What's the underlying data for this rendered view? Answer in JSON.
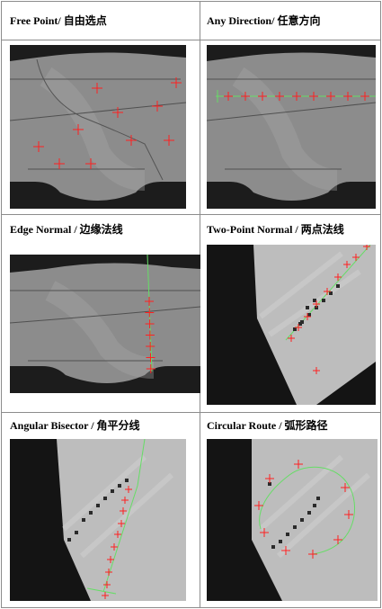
{
  "cells": [
    {
      "label": "Free Point/  自由选点"
    },
    {
      "label": "Any Direction/  任意方向"
    },
    {
      "label": "Edge Normal /  边缘法线"
    },
    {
      "label": "Two-Point Normal /  两点法线"
    },
    {
      "label": "Angular Bisector /  角平分线"
    },
    {
      "label": "Circular Route /  弧形路径"
    }
  ],
  "colors": {
    "marker": "#ff2020",
    "guide": "#66dd66",
    "border": "#8c8c8c"
  }
}
